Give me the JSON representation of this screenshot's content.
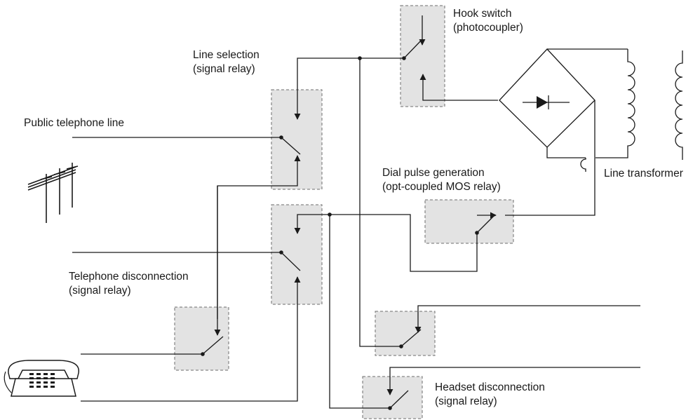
{
  "labels": {
    "public_line": "Public telephone line",
    "line_selection": [
      "Line selection",
      "(signal relay)"
    ],
    "hook_switch": [
      "Hook switch",
      "(photocoupler)"
    ],
    "dial_pulse": [
      "Dial pulse generation",
      "(opt-coupled MOS relay)"
    ],
    "line_transformer": "Line transformer",
    "telephone_disconnection": [
      "Telephone disconnection",
      "(signal relay)"
    ],
    "headset_disconnection": [
      "Headset disconnection",
      "(signal relay)"
    ]
  },
  "colors": {
    "relay_fill": "#e3e3e3",
    "relay_border": "#6e6e6e",
    "wire": "#1a1a1a"
  },
  "icons": [
    "utility-pole-icon",
    "telephone-icon",
    "diode-bridge-icon",
    "transformer-coil-icon"
  ]
}
